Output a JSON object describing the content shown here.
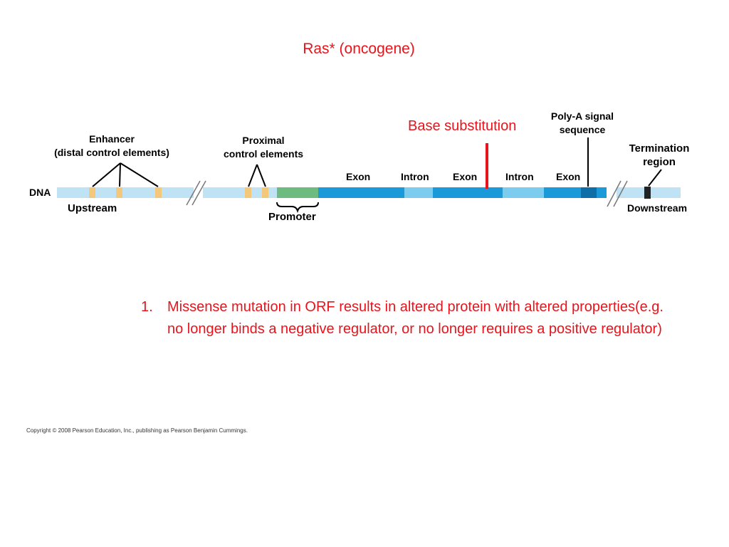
{
  "title": "Ras* (oncogene)",
  "diagram": {
    "labels": {
      "enhancer": "Enhancer",
      "enhancer_sub": "(distal control elements)",
      "proximal": "Proximal",
      "proximal_sub": "control elements",
      "dna": "DNA",
      "upstream": "Upstream",
      "promoter": "Promoter",
      "exon1": "Exon",
      "intron1": "Intron",
      "exon2": "Exon",
      "intron2": "Intron",
      "exon3": "Exon",
      "polya": "Poly-A signal",
      "polya_sub": "sequence",
      "termination": "Termination",
      "termination_sub": "region",
      "downstream": "Downstream",
      "base_sub": "Base substitution"
    },
    "colors": {
      "dna_light": "#bfe3f5",
      "exon": "#1a9ad9",
      "intron": "#7cccf0",
      "promoter": "#6dbb7e",
      "control_element": "#f4c87a",
      "polya": "#0f6ea8",
      "termination": "#222222",
      "mutation": "#e8141b"
    }
  },
  "list": {
    "number": "1.",
    "text": "Missense mutation in ORF results in altered protein with altered properties(e.g. no longer binds a negative regulator, or no longer requires a positive regulator)"
  },
  "copyright": "Copyright © 2008 Pearson Education, Inc., publishing as Pearson Benjamin Cummings."
}
